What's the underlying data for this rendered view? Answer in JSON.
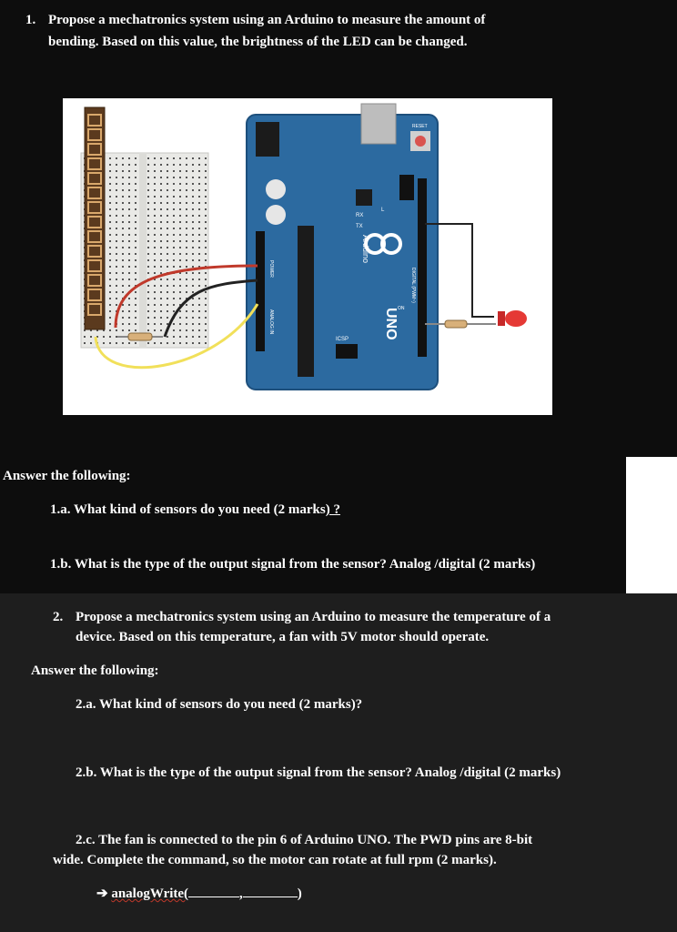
{
  "q1": {
    "number": "1.",
    "line1": "Propose a mechatronics system using an Arduino to measure the amount of",
    "line2": "bending. Based on this value, the brightness of the LED can be changed."
  },
  "figure": {
    "board_labels": {
      "uno": "UNO",
      "brand": "Arduino",
      "tx": "TX",
      "rx": "RX",
      "l": "L",
      "icsp": "ICSP",
      "reset": "RESET",
      "digital": "DIGITAL (PWM~)",
      "power": "POWER",
      "analog": "ANALOG IN",
      "on": "ON"
    }
  },
  "answer1": {
    "heading": "Answer the following:",
    "q1a_text": "1.a. What kind of sensors do you need (2 marks",
    "q1a_tail": ") ?",
    "q1b": "1.b. What is the type of the output signal from the sensor? Analog /digital (2 marks)"
  },
  "q2": {
    "number": "2.",
    "line1": "Propose a mechatronics system using an Arduino to measure the temperature of a",
    "line2": "device. Based on this temperature, a fan with 5V motor should operate."
  },
  "answer2": {
    "heading": "Answer the following:",
    "q2a": "2.a. What kind of sensors do you need (2 marks)?",
    "q2b": "2.b. What is the type of the output signal from the sensor? Analog /digital (2 marks)",
    "q2c_line1": "2.c. The fan is connected to the pin 6 of Arduino UNO. The PWD pins are 8-bit",
    "q2c_line2": "wide. Complete the command, so the motor can rotate at full rpm (2 marks).",
    "arrow": "➔",
    "command": "analogWrite(",
    "comma": ",",
    "close": ")"
  }
}
